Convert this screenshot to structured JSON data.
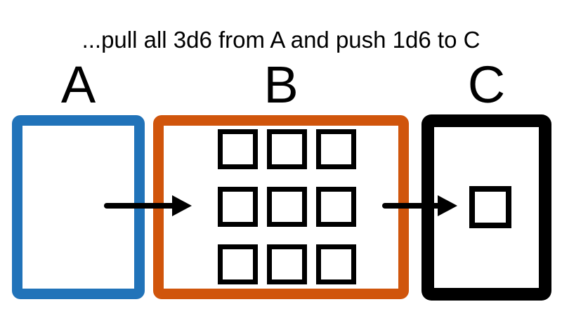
{
  "title": "...pull all 3d6 from A and push 1d6 to C",
  "colors": {
    "background": "#FFFFFF",
    "text": "#000000",
    "box_a_border": "#2173B9",
    "box_b_border": "#D0550C",
    "box_c_border": "#000000",
    "die_border": "#000000",
    "arrow": "#000000"
  },
  "boxes": [
    {
      "label": "A",
      "dice_count": 0
    },
    {
      "label": "B",
      "dice_count": 9
    },
    {
      "label": "C",
      "dice_count": 1
    }
  ],
  "arrows": [
    {
      "name": "arrow-a-to-b",
      "from": "A",
      "to": "B"
    },
    {
      "name": "arrow-b-to-c",
      "from": "B",
      "to": "C"
    }
  ]
}
